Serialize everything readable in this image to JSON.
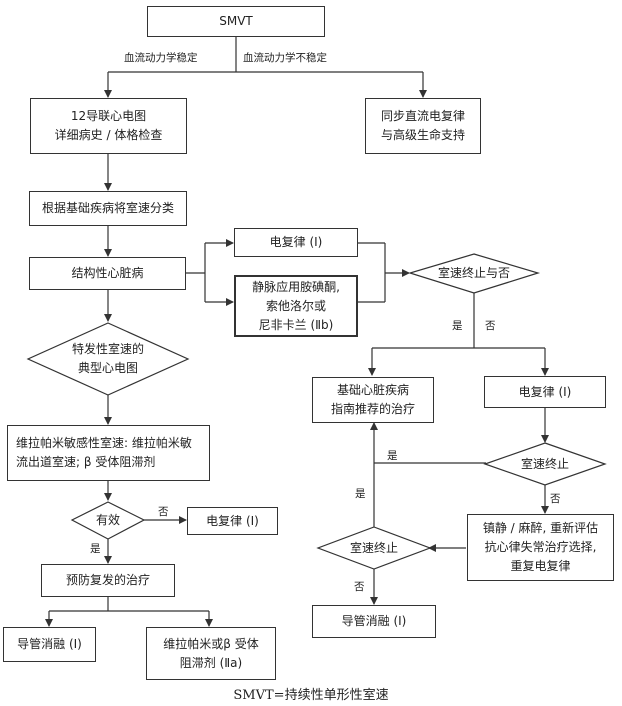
{
  "nodes": {
    "smvt": "SMVT",
    "ecg12": "12导联心电图\n详细病史 / 体格检查",
    "sync_cardioversion": "同步直流电复律\n与高级生命支持",
    "classify": "根据基础疾病将室速分类",
    "structural": "结构性心脏病",
    "cardioversion_1a": "电复律 (Ⅰ)",
    "iv_drugs": "静脉应用胺碘酮,\n索他洛尔或\n尼非卡兰 (Ⅱb)",
    "vt_terminated_1": "室速终止与否",
    "idiopathic": "特发性室速的\n典型心电图",
    "verapamil": "维拉帕米敏感性室速: 维拉帕米敏\n流出道室速; β 受体阻滞剂",
    "effective": "有效",
    "cardioversion_1b": "电复律 (Ⅰ)",
    "prevent": "预防复发的治疗",
    "ablation_left": "导管消融 (Ⅰ)",
    "verapamil_beta": "维拉帕米或β 受体\n阻滞剂 (Ⅱa)",
    "guideline": "基础心脏疾病\n指南推荐的治疗",
    "cardioversion_1c": "电复律 (Ⅰ)",
    "vt_terminated_2": "室速终止",
    "sedation": "镇静 / 麻醉, 重新评估\n抗心律失常治疗选择,\n重复电复律",
    "vt_terminated_3": "室速终止",
    "ablation_right": "导管消融 (Ⅰ)"
  },
  "labels": {
    "stable": "血流动力学稳定",
    "unstable": "血流动力学不稳定",
    "yes_1": "是",
    "no_1": "否",
    "no_effective": "否",
    "yes_effective": "是",
    "yes_2": "是",
    "no_2": "否",
    "yes_3": "是",
    "no_3": "否"
  },
  "caption": "SMVT=持续性单形性室速"
}
